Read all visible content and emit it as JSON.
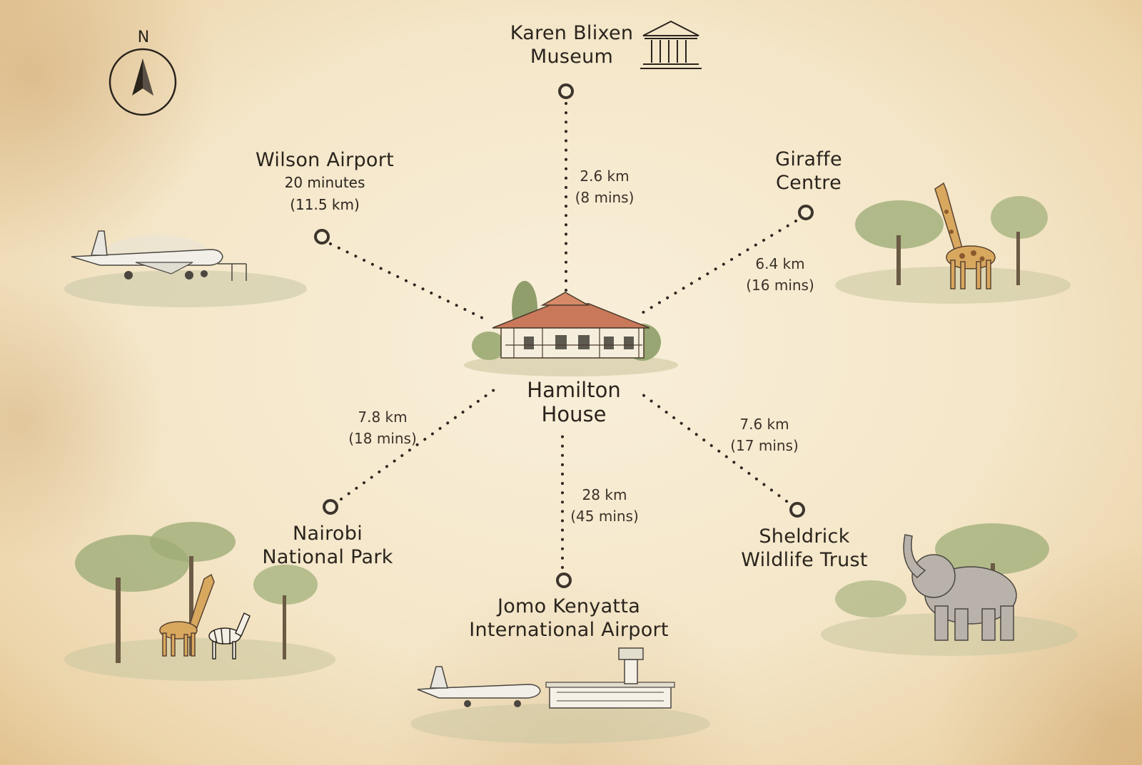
{
  "north_label": "N",
  "hub": {
    "line1": "Hamilton",
    "line2": "House"
  },
  "destinations": {
    "karen_blixen": {
      "line1": "Karen Blixen",
      "line2": "Museum",
      "distance": "2.6 km",
      "time": "(8 mins)"
    },
    "giraffe_centre": {
      "line1": "Giraffe",
      "line2": "Centre",
      "distance": "6.4 km",
      "time": "(16 mins)"
    },
    "wilson_airport": {
      "name": "Wilson Airport",
      "line2": "20 minutes",
      "line3": "(11.5 km)"
    },
    "nairobi_park": {
      "line1": "Nairobi",
      "line2": "National Park",
      "distance": "7.8 km",
      "time": "(18 mins)"
    },
    "jomo_kenyatta": {
      "line1": "Jomo Kenyatta",
      "line2": "International Airport",
      "distance": "28 km",
      "time": "(45 mins)"
    },
    "sheldrick": {
      "line1": "Sheldrick",
      "line2": "Wildlife Trust",
      "distance": "7.6 km",
      "time": "(17 mins)"
    }
  },
  "icons": [
    "compass-icon",
    "museum-icon",
    "house-illustration",
    "plane-illustration",
    "giraffe-illustration",
    "zebra-giraffe-illustration",
    "airport-illustration",
    "elephant-illustration"
  ],
  "colors": {
    "paper": "#f4e6c8",
    "ink": "#2a241d",
    "foliage": "#9aa874",
    "roof": "#c9785a"
  }
}
